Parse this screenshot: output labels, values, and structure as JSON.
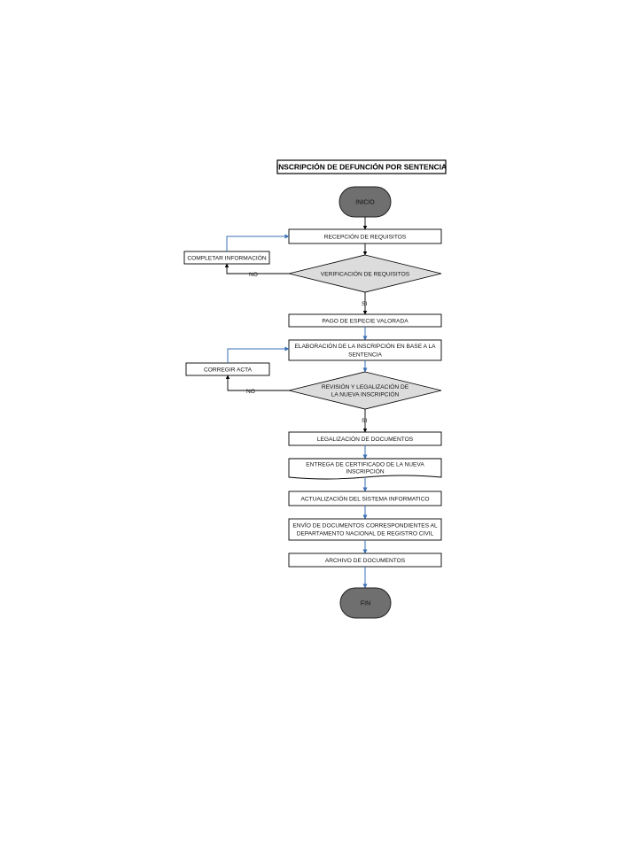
{
  "title": "INSCRIPCIÓN DE DEFUNCIÓN POR SENTENCIA",
  "colors": {
    "terminal": "#6f6f6f",
    "decision": "#dcdcdc",
    "process": "#ffffff",
    "connector_blue": "#3a6fb5",
    "connector_black": "#000000"
  },
  "nodes": {
    "inicio": "INICIO",
    "recepcion": "RECEPCIÓN DE REQUISITOS",
    "completar": "COMPLETAR INFORMACIÓN",
    "verificacion": "VERIFICACIÓN DE REQUISITOS",
    "pago": "PAGO DE ESPECIE VALORADA",
    "elaboracion_1": "ELABORACIÓN DE LA INSCRIPCIÓN  EN BASE A LA",
    "elaboracion_2": "SENTENCIA",
    "corregir": "CORREGIR ACTA",
    "revision_1": "REVISIÓN Y LEGALIZACIÓN DE",
    "revision_2": "LA NUEVA INSCRIPCIÓN",
    "legalizacion": "LEGALIZACIÓN DE DOCUMENTOS",
    "entrega_1": "ENTREGA DE CERTIFICADO DE LA NUEVA",
    "entrega_2": "INSCRIPCIÓN",
    "actualizacion": "ACTUALIZACIÓN DEL SISTEMA INFORMATICO",
    "envio_1": "ENVÍO DE DOCUMENTOS CORRESPONDIENTES AL",
    "envio_2": "DEPARTAMENTO NACIONAL DE REGISTRO CIVIL",
    "archivo": "ARCHIVO DE DOCUMENTOS",
    "fin": "FIN"
  },
  "edges": {
    "no_1": "NO",
    "si_1": "SI",
    "no_2": "NO",
    "si_2": "SI"
  }
}
